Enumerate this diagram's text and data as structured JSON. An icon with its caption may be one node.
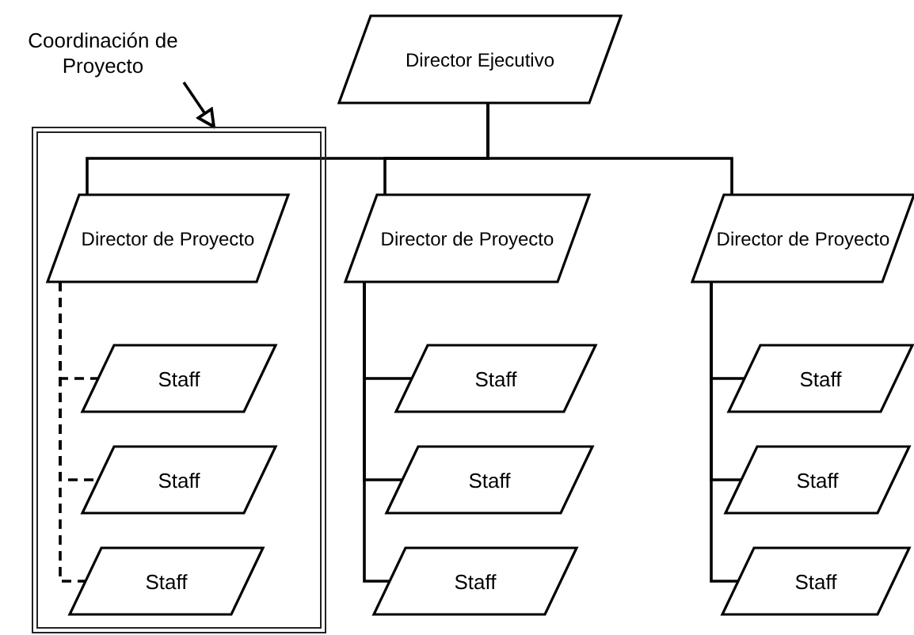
{
  "diagram": {
    "nodes": [
      {
        "text": [
          "Coordinación de Proyecto"
        ]
      },
      {
        "text": [],
        "shape": "box"
      },
      {
        "text": [
          "Director Ejecutivo"
        ]
      },
      {
        "text": [
          "Director de Proyecto"
        ],
        "in": 1
      },
      {
        "text": [
          "Staff"
        ],
        "in": 1
      },
      {
        "text": [
          "Staff"
        ],
        "in": 1
      },
      {
        "text": [
          "Staff"
        ],
        "in": 1
      },
      {
        "text": [
          "Director de Proyecto"
        ]
      },
      {
        "text": [
          "Staff"
        ]
      },
      {
        "text": [
          "Staff"
        ]
      },
      {
        "text": [
          "Staff"
        ]
      },
      {
        "text": [
          "Director de Proyecto"
        ]
      },
      {
        "text": [
          "Staff"
        ]
      },
      {
        "text": [
          "Staff"
        ]
      },
      {
        "text": [
          "Staff"
        ]
      }
    ],
    "edges": [
      {
        "from": 0,
        "to": 1,
        "arrow": "to"
      },
      {
        "from": 2,
        "to": 3,
        "arrow": "none"
      },
      {
        "from": 2,
        "to": 7,
        "arrow": "none"
      },
      {
        "from": 2,
        "to": 11,
        "arrow": "none"
      },
      {
        "from": 3,
        "to": 4,
        "arrow": "none",
        "style": "dashed"
      },
      {
        "from": 3,
        "to": 5,
        "arrow": "none",
        "style": "dashed"
      },
      {
        "from": 3,
        "to": 6,
        "arrow": "none",
        "style": "dashed"
      },
      {
        "from": 7,
        "to": 8,
        "arrow": "none"
      },
      {
        "from": 7,
        "to": 9,
        "arrow": "none"
      },
      {
        "from": 7,
        "to": 10,
        "arrow": "none"
      },
      {
        "from": 11,
        "to": 12,
        "arrow": "none"
      },
      {
        "from": 11,
        "to": 13,
        "arrow": "none"
      },
      {
        "from": 11,
        "to": 14,
        "arrow": "none"
      }
    ]
  }
}
